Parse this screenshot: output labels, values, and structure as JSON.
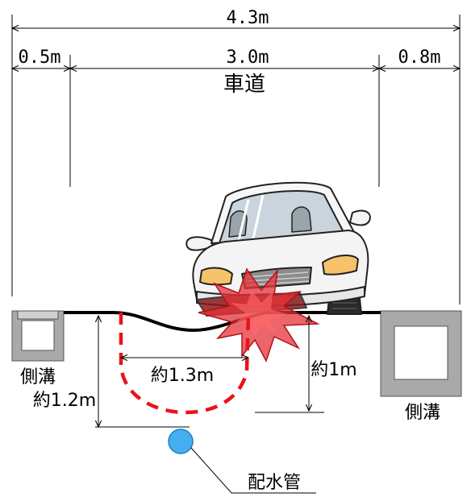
{
  "dimensions": {
    "total_width": "4.3m",
    "left_shoulder": "0.5m",
    "roadway_width": "3.0m",
    "right_shoulder": "0.8m"
  },
  "labels": {
    "roadway": "車道",
    "left_gutter": "側溝",
    "right_gutter": "側溝",
    "horizontal_extent": "約1.3m",
    "left_depth": "約1.2m",
    "right_depth": "約1m",
    "water_main": "配水管"
  },
  "colors": {
    "cavity_outline": "#e8141b",
    "impact_burst": "#e53238",
    "water_main": "#45aef0",
    "gutter": "#a9a9a9"
  }
}
